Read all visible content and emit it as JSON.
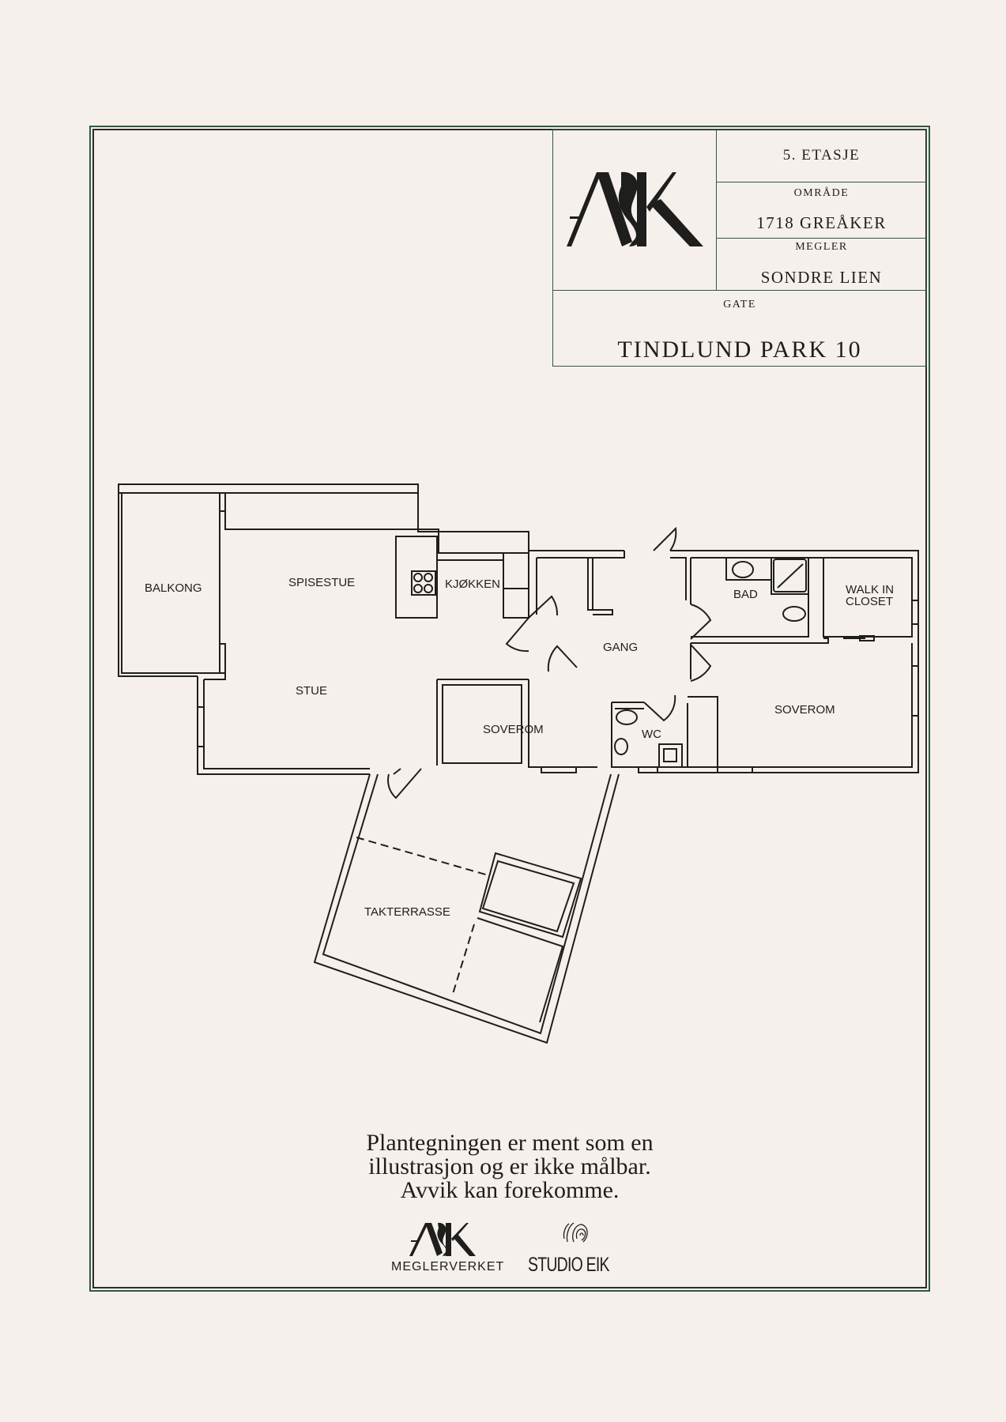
{
  "title_block": {
    "logo": "ASK",
    "floor": "5. ETASJE",
    "area_label": "OMRÅDE",
    "area_value": "1718 GREÅKER",
    "broker_label": "MEGLER",
    "broker_value": "SONDRE LIEN",
    "street_label": "GATE",
    "street_value": "TINDLUND PARK 10"
  },
  "floor_plan": {
    "rooms": [
      {
        "name": "BALKONG"
      },
      {
        "name": "SPISESTUE"
      },
      {
        "name": "KJØKKEN"
      },
      {
        "name": "STUE"
      },
      {
        "name": "GANG"
      },
      {
        "name": "BAD"
      },
      {
        "name": "WALK IN"
      },
      {
        "name": "CLOSET"
      },
      {
        "name": "SOVEROM"
      },
      {
        "name": "WC"
      },
      {
        "name": "SOVEROM"
      },
      {
        "name": "TAKTERRASSE"
      }
    ]
  },
  "disclaimer": {
    "line1": "Plantegningen er ment som en",
    "line2": "illustrasjon og er ikke målbar.",
    "line3": "Avvik kan forekomme."
  },
  "footer_logos": {
    "ask_logo": "ASK",
    "ask_sub": "MEGLERVERKET",
    "studio": "STUDIO EIK"
  },
  "colors": {
    "background": "#f6f0ed",
    "frame_green": "#2f5a3a",
    "ink": "#1e1e1c"
  }
}
